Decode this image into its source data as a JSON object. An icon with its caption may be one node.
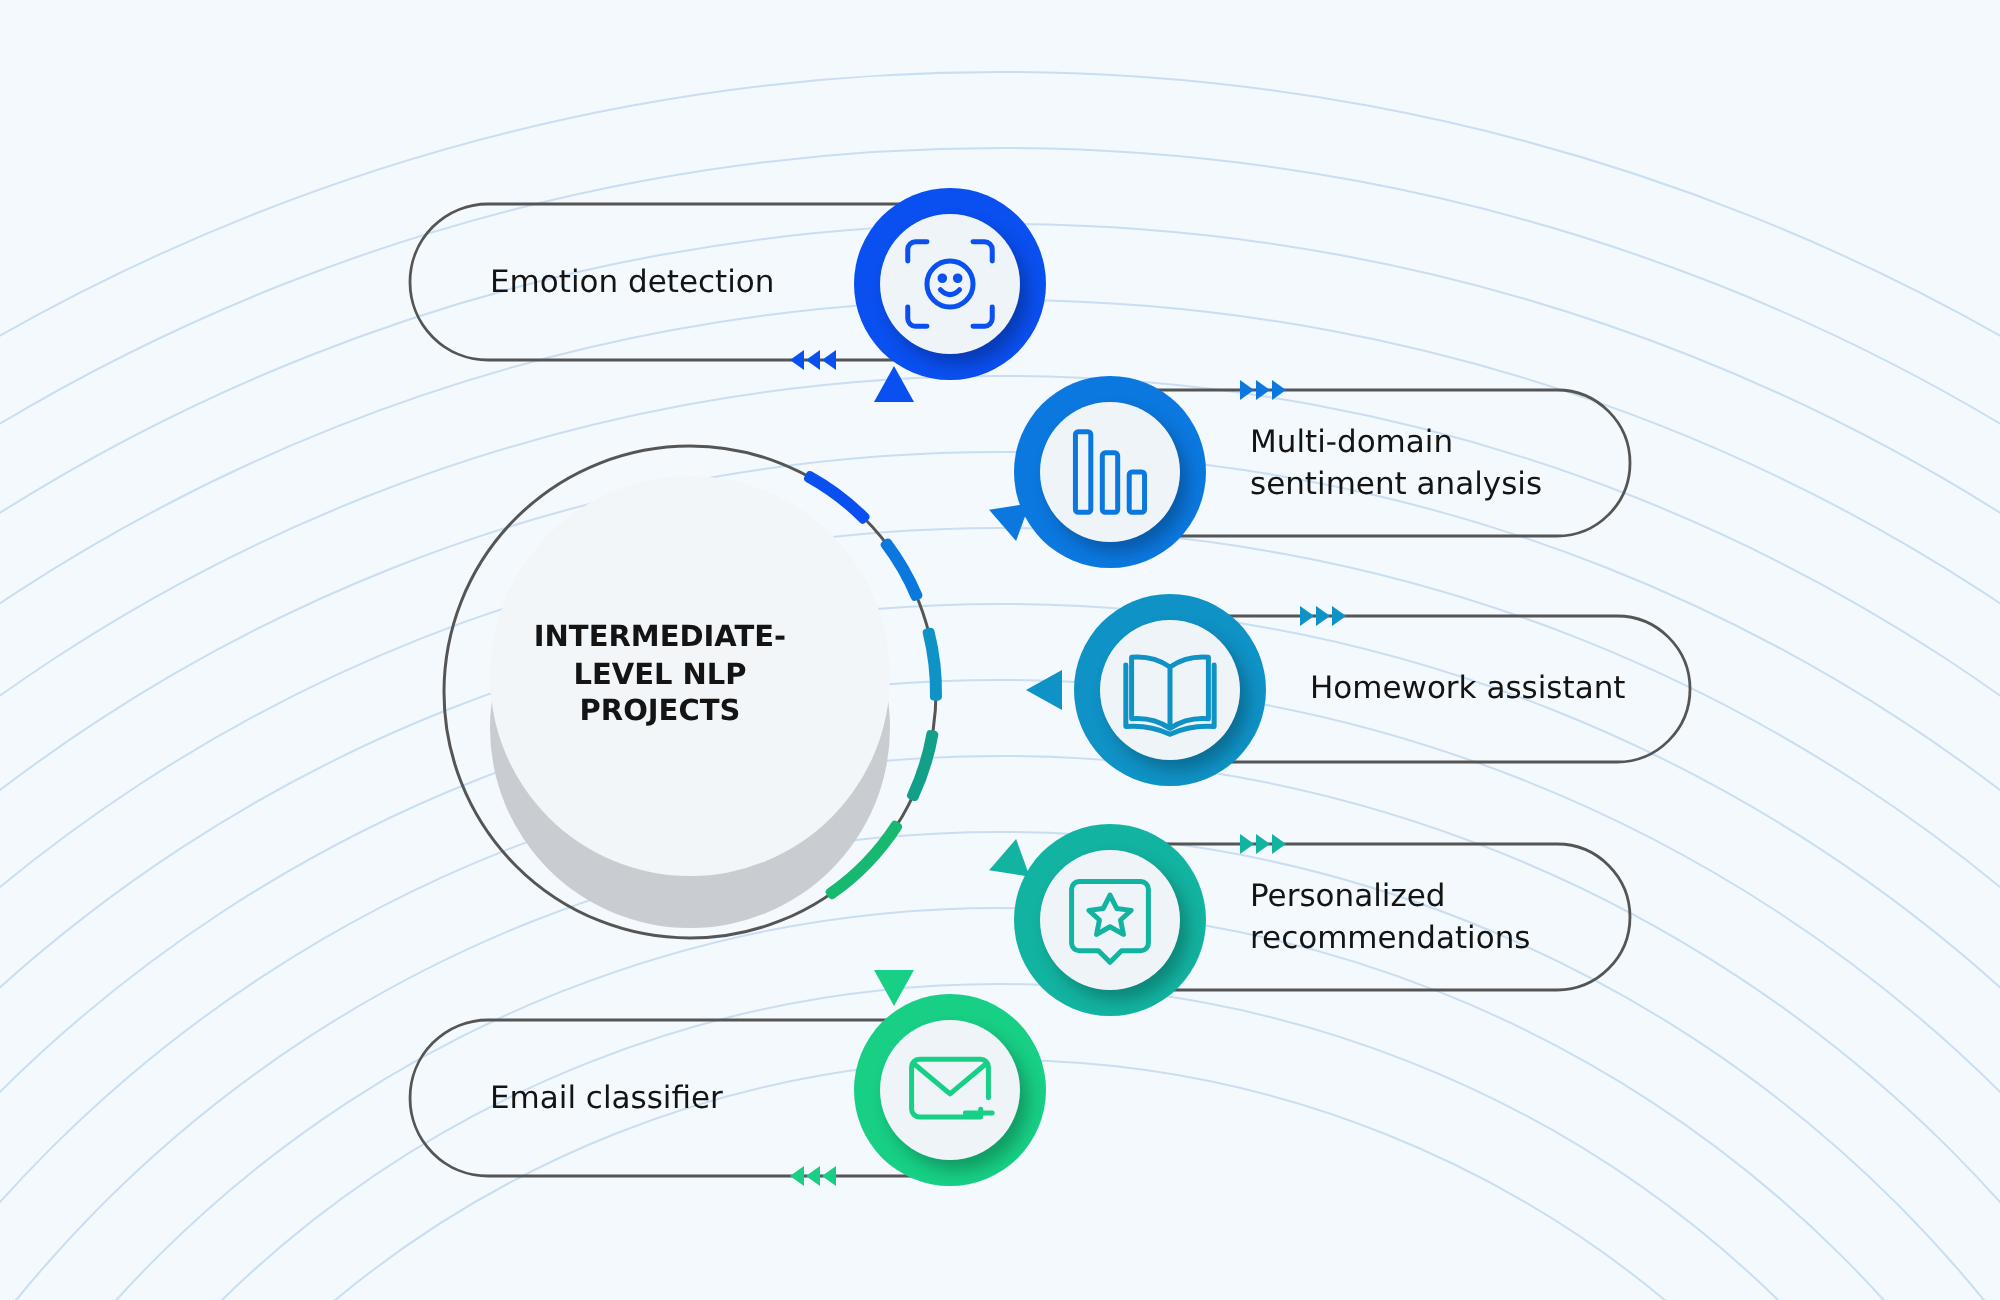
{
  "diagram": {
    "nodes": [
      {
        "text": [
          "INTERMEDIATE-LEVEL NLP PROJECTS"
        ]
      },
      {
        "text": [
          "Emotion detection"
        ]
      },
      {
        "text": [
          "Multi-domain sentiment analysis"
        ]
      },
      {
        "text": [
          "Homework assistant"
        ]
      },
      {
        "text": [
          "Personalized recommendations"
        ]
      },
      {
        "text": [
          "Email classifier"
        ]
      }
    ]
  }
}
